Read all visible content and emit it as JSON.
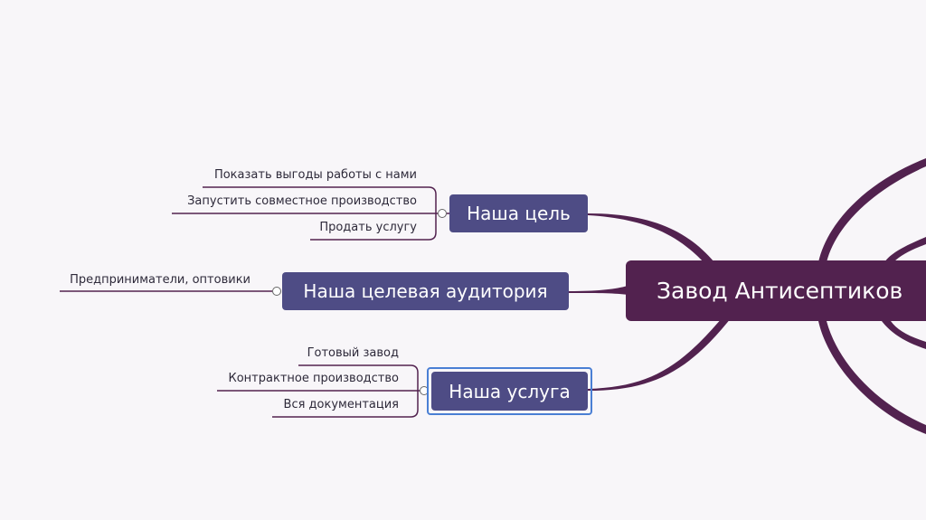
{
  "main_topic": {
    "label": "Завод Антисептиков"
  },
  "topics": [
    {
      "label": "Наша цель",
      "subtopics": [
        "Показать выгоды работы с нами",
        "Запустить совместное производство",
        "Продать услугу"
      ]
    },
    {
      "label": "Наша целевая аудитория",
      "subtopics": [
        "Предприниматели, оптовики"
      ]
    },
    {
      "label": "Наша услуга",
      "selected": true,
      "subtopics": [
        "Готовый завод",
        "Контрактное производство",
        "Вся документация"
      ]
    }
  ],
  "colors": {
    "main_topic": "#52224f",
    "topic": "#4e4c85",
    "branch": "#52224f",
    "selection": "#4a7fd4",
    "background": "#f8f6f9"
  }
}
